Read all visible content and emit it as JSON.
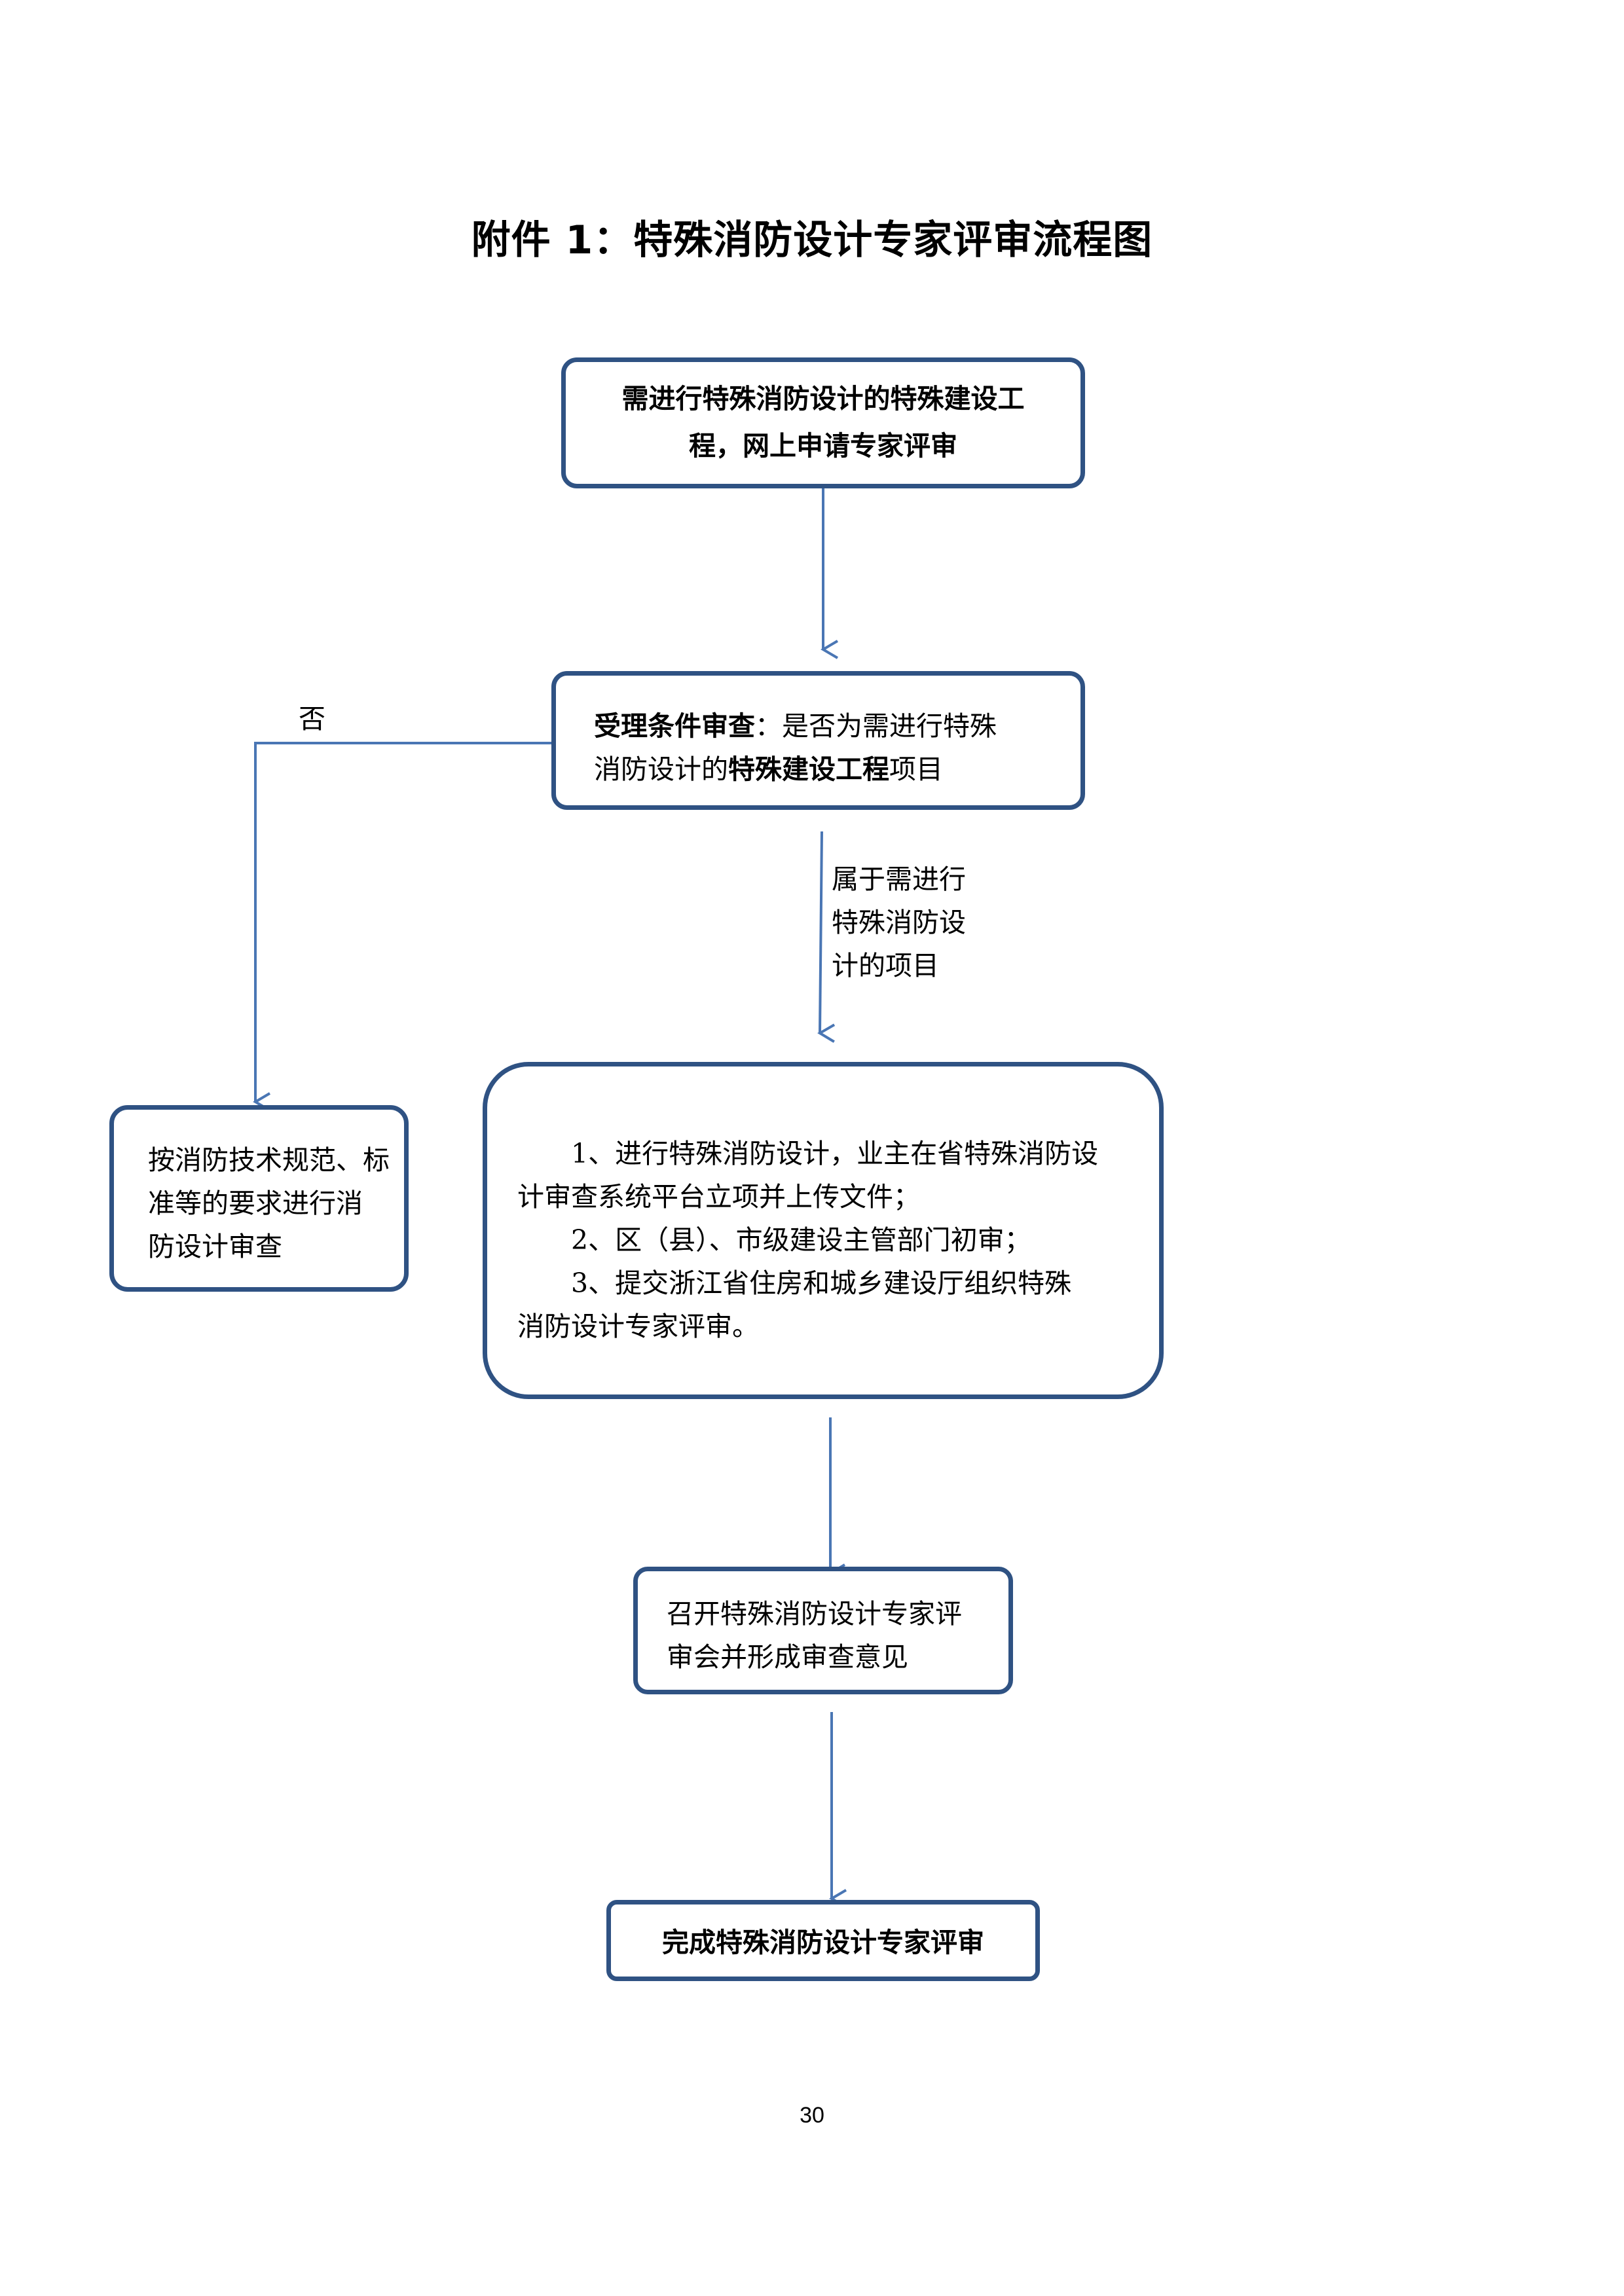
{
  "title": "附件 1：特殊消防设计专家评审流程图",
  "nodes": {
    "start": [
      "需进行特殊消防设计的特殊建设工",
      "程，网上申请专家评审"
    ],
    "check": {
      "bold1": "受理条件审查",
      "rest1": "：是否为需进行特殊",
      "plain2": "消防设计的",
      "bold2": "特殊建设工程",
      "tail2": "项目"
    },
    "no_branch": [
      "按消防技术规范、标",
      "准等的要求进行消",
      "防设计审查"
    ],
    "steps": [
      "1、进行特殊消防设计，业主在省特殊消防设",
      "计审查系统平台立项并上传文件；",
      "2、区（县）、市级建设主管部门初审；",
      "3、提交浙江省住房和城乡建设厅组织特殊",
      "消防设计专家评审。"
    ],
    "meeting": [
      "召开特殊消防设计专家评",
      "审会并形成审查意见"
    ],
    "end": "完成特殊消防设计专家评审"
  },
  "edge_labels": {
    "no": "否",
    "yes": [
      "属于需进行",
      "特殊消防设",
      "计的项目"
    ]
  },
  "page_number": "30",
  "colors": {
    "box_border": "#2f5283",
    "arrow": "#4a76b4"
  }
}
